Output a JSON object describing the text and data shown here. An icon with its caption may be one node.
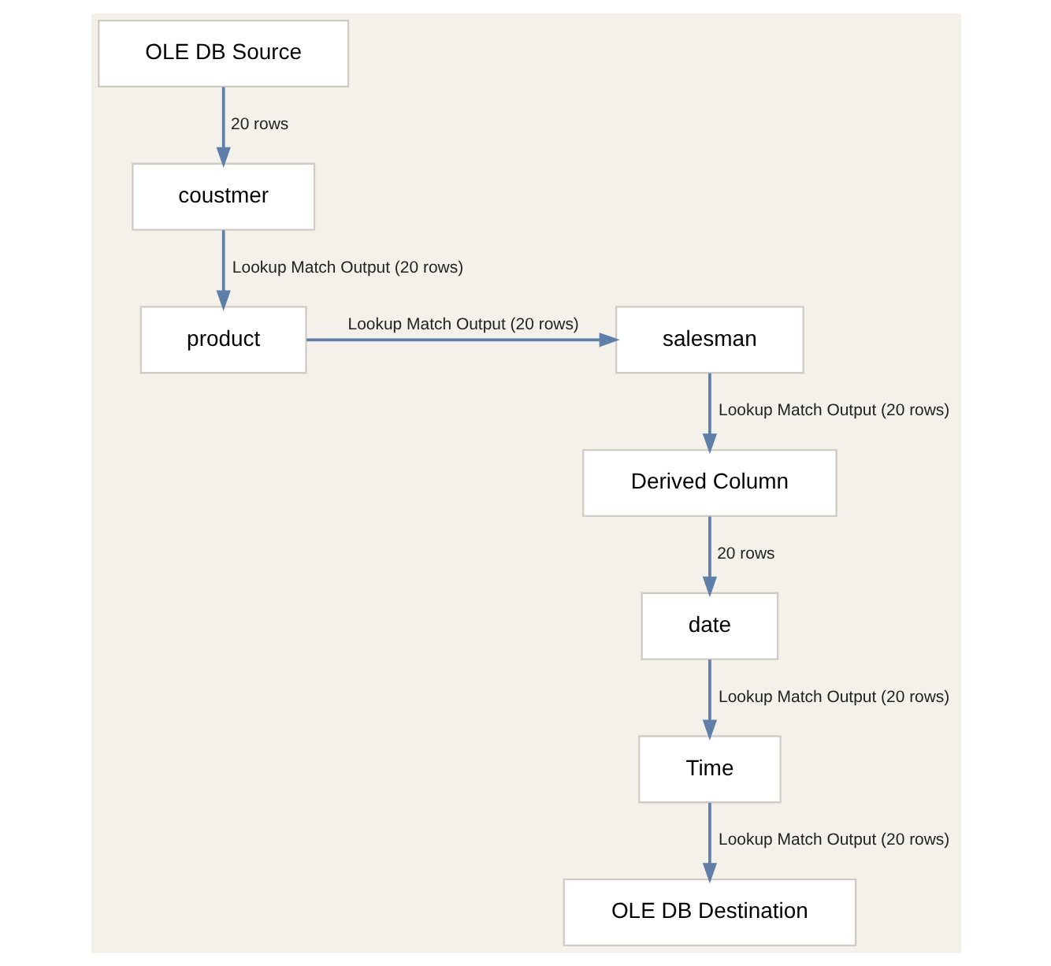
{
  "diagram": {
    "nodes": [
      {
        "text": [
          "OLE DB Source"
        ]
      },
      {
        "text": [
          "coustmer"
        ]
      },
      {
        "text": [
          "product"
        ]
      },
      {
        "text": [
          "salesman"
        ]
      },
      {
        "text": [
          "Derived Column"
        ]
      },
      {
        "text": [
          "date"
        ]
      },
      {
        "text": [
          "Time"
        ]
      },
      {
        "text": [
          "OLE DB Destination"
        ]
      }
    ],
    "edges": [
      {
        "from": 0,
        "to": 1,
        "arrow": "to",
        "label": "20 rows"
      },
      {
        "from": 1,
        "to": 2,
        "arrow": "to",
        "label": "Lookup Match Output (20 rows)"
      },
      {
        "from": 2,
        "to": 3,
        "arrow": "to",
        "label": "Lookup Match Output (20 rows)"
      },
      {
        "from": 3,
        "to": 4,
        "arrow": "to",
        "label": "Lookup Match Output (20 rows)"
      },
      {
        "from": 4,
        "to": 5,
        "arrow": "to",
        "label": "20 rows"
      },
      {
        "from": 5,
        "to": 6,
        "arrow": "to",
        "label": "Lookup Match Output (20 rows)"
      },
      {
        "from": 6,
        "to": 7,
        "arrow": "to",
        "label": "Lookup Match Output (20 rows)"
      }
    ]
  }
}
